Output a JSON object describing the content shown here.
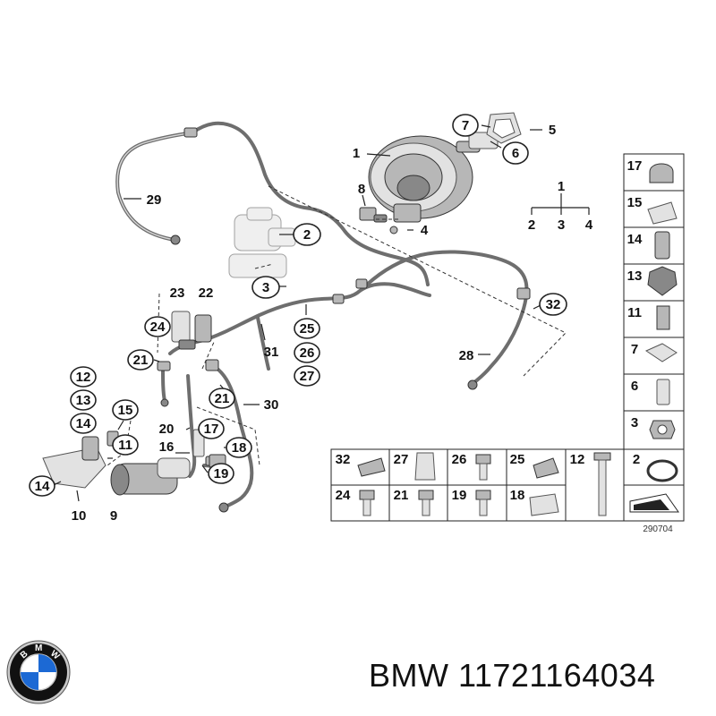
{
  "diagram": {
    "callouts": [
      {
        "id": "c1",
        "text": "1"
      },
      {
        "id": "c2",
        "text": "2"
      },
      {
        "id": "c3",
        "text": "3"
      },
      {
        "id": "c4",
        "text": "4"
      },
      {
        "id": "c5",
        "text": "5"
      },
      {
        "id": "c6",
        "text": "6"
      },
      {
        "id": "c7",
        "text": "7"
      },
      {
        "id": "c8",
        "text": "8"
      },
      {
        "id": "c9",
        "text": "9"
      },
      {
        "id": "c10",
        "text": "10"
      },
      {
        "id": "c11",
        "text": "11"
      },
      {
        "id": "c12",
        "text": "12"
      },
      {
        "id": "c13",
        "text": "13"
      },
      {
        "id": "c14a",
        "text": "14"
      },
      {
        "id": "c14b",
        "text": "14"
      },
      {
        "id": "c15",
        "text": "15"
      },
      {
        "id": "c16",
        "text": "16"
      },
      {
        "id": "c17",
        "text": "17"
      },
      {
        "id": "c18",
        "text": "18"
      },
      {
        "id": "c19",
        "text": "19"
      },
      {
        "id": "c20",
        "text": "20"
      },
      {
        "id": "c21a",
        "text": "21"
      },
      {
        "id": "c21b",
        "text": "21"
      },
      {
        "id": "c22",
        "text": "22"
      },
      {
        "id": "c23",
        "text": "23"
      },
      {
        "id": "c24",
        "text": "24"
      },
      {
        "id": "c25",
        "text": "25"
      },
      {
        "id": "c26",
        "text": "26"
      },
      {
        "id": "c27",
        "text": "27"
      },
      {
        "id": "c28",
        "text": "28"
      },
      {
        "id": "c29",
        "text": "29"
      },
      {
        "id": "c30",
        "text": "30"
      },
      {
        "id": "c31",
        "text": "31"
      },
      {
        "id": "c32",
        "text": "32"
      }
    ],
    "tree": {
      "top": "1",
      "children": [
        "2",
        "3",
        "4"
      ]
    },
    "side_grid": [
      "17",
      "15",
      "14",
      "13",
      "11",
      "7",
      "6",
      "3"
    ],
    "bottom_grid_row1": [
      "32",
      "27",
      "26",
      "25",
      "12",
      "2"
    ],
    "bottom_grid_row2": [
      "24",
      "21",
      "19",
      "18"
    ],
    "diagram_code": "290704"
  },
  "brand": {
    "name": "BMW",
    "part_number": "BMW 11721164034",
    "logo_letters": [
      "B",
      "M",
      "W"
    ],
    "logo_colors": {
      "ring": "#111111",
      "blue": "#1c69d4",
      "white": "#ffffff",
      "chrome": "#c9c9c9"
    }
  }
}
